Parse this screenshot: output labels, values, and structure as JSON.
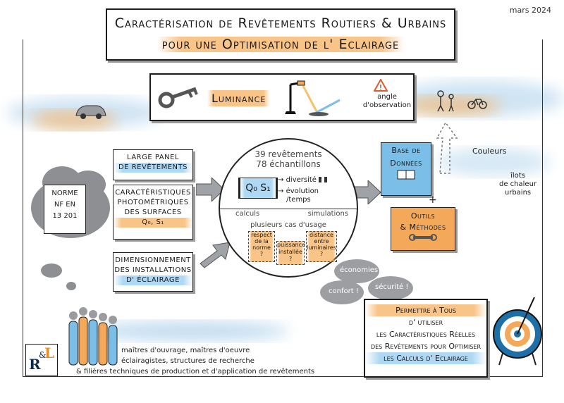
{
  "header": {
    "title_line1": "Caractérisation de Revêtements Routiers & Urbains",
    "title_line2": "pour une Optimisation de l' Eclairage",
    "date": "mars 2024"
  },
  "luminance": {
    "label": "Luminance",
    "angle_label_1": "angle",
    "angle_label_2": "d'observation"
  },
  "norme": {
    "line1": "Norme",
    "line2": "NF EN",
    "line3": "13 201"
  },
  "left_cards": {
    "panel": [
      "Large panel",
      "de revêtements"
    ],
    "photometric": [
      "Caractéristiques",
      "photométriques",
      "des surfaces",
      "Q₀, S₁"
    ],
    "dimension": [
      "Dimensionnement",
      "des installations",
      "d' éclairage"
    ]
  },
  "circle": {
    "count1": "39 revêtements",
    "count2": "78 échantillons",
    "qs": "Q₀ S₁",
    "diversite": "diversité",
    "evolution": "évolution",
    "temps": "/temps",
    "calculs": "calculs",
    "simulations": "simulations",
    "usage": "plusieurs cas d'usage",
    "case1": [
      "respect",
      "de la",
      "norme",
      "?"
    ],
    "case2": [
      "puissance",
      "installée",
      "?"
    ],
    "case3": [
      "distance",
      "entre",
      "luminaires",
      "?"
    ]
  },
  "right": {
    "base": [
      "Base de",
      "Données"
    ],
    "outils": [
      "Outils",
      "& Méthodes"
    ],
    "couleurs": "Couleurs",
    "ilots": [
      "îlots",
      "de chaleur",
      "urbains"
    ],
    "plus": "+"
  },
  "bubbles": {
    "economies": "économies !",
    "securite": "sécurité !",
    "confort": "confort !"
  },
  "conclusion": [
    "Permettre à Tous",
    "d' utiliser",
    "les Caractéristiques Réelles",
    "des Revêtements pour Optimiser",
    "les Calculs d' Eclairage"
  ],
  "stakeholders": {
    "logo_r": "R",
    "logo_amp": "&",
    "logo_l": "L",
    "line1": "maîtres d'ouvrage, maîtres d'oeuvre",
    "line2": "éclairagistes, structures de recherche",
    "line3": "& filières techniques de production et d'application de revêtements"
  },
  "colors": {
    "orange": "#f4a85a",
    "blue": "#7bbfe8",
    "gray": "#8d8f92",
    "target_blue": "#1e6fa8"
  }
}
